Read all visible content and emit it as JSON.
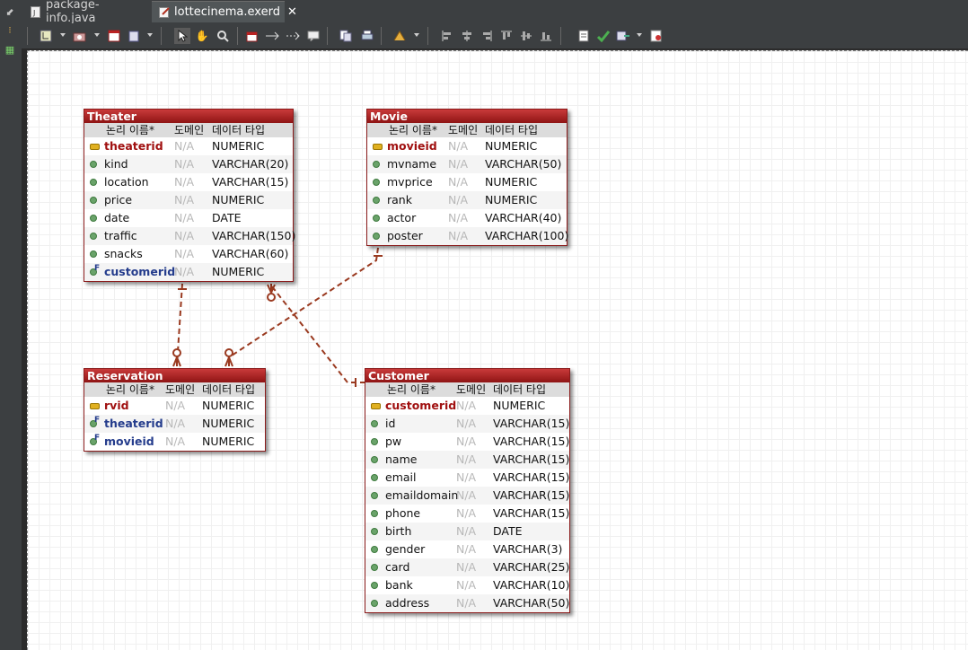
{
  "tabs": [
    {
      "label": "package-info.java",
      "icon": "java-file-icon"
    },
    {
      "label": "lottecinema.exerd",
      "icon": "erd-file-icon",
      "active": true
    }
  ],
  "colors": {
    "entity_header": "#8e1414",
    "relationship_line": "#9a3a20",
    "pk_name": "#a01010",
    "fk_name": "#243c8c"
  },
  "column_header": {
    "logical": "논리 이름*",
    "domain": "도메인",
    "datatype": "데이터 타입"
  },
  "entities": [
    {
      "name": "Theater",
      "columns": [
        {
          "name": "theaterid",
          "kind": "pk",
          "domain": "N/A",
          "type": "NUMERIC"
        },
        {
          "name": "kind",
          "kind": "col",
          "domain": "N/A",
          "type": "VARCHAR(20)"
        },
        {
          "name": "location",
          "kind": "col",
          "domain": "N/A",
          "type": "VARCHAR(15)"
        },
        {
          "name": "price",
          "kind": "col",
          "domain": "N/A",
          "type": "NUMERIC"
        },
        {
          "name": "date",
          "kind": "col",
          "domain": "N/A",
          "type": "DATE"
        },
        {
          "name": "traffic",
          "kind": "col",
          "domain": "N/A",
          "type": "VARCHAR(150)"
        },
        {
          "name": "snacks",
          "kind": "col",
          "domain": "N/A",
          "type": "VARCHAR(60)"
        },
        {
          "name": "customerid",
          "kind": "fk",
          "domain": "N/A",
          "type": "NUMERIC"
        }
      ]
    },
    {
      "name": "Movie",
      "columns": [
        {
          "name": "movieid",
          "kind": "pk",
          "domain": "N/A",
          "type": "NUMERIC"
        },
        {
          "name": "mvname",
          "kind": "col",
          "domain": "N/A",
          "type": "VARCHAR(50)"
        },
        {
          "name": "mvprice",
          "kind": "col",
          "domain": "N/A",
          "type": "NUMERIC"
        },
        {
          "name": "rank",
          "kind": "col",
          "domain": "N/A",
          "type": "NUMERIC"
        },
        {
          "name": "actor",
          "kind": "col",
          "domain": "N/A",
          "type": "VARCHAR(40)"
        },
        {
          "name": "poster",
          "kind": "col",
          "domain": "N/A",
          "type": "VARCHAR(100)"
        }
      ]
    },
    {
      "name": "Reservation",
      "columns": [
        {
          "name": "rvid",
          "kind": "pk",
          "domain": "N/A",
          "type": "NUMERIC"
        },
        {
          "name": "theaterid",
          "kind": "fk",
          "domain": "N/A",
          "type": "NUMERIC"
        },
        {
          "name": "movieid",
          "kind": "fk",
          "domain": "N/A",
          "type": "NUMERIC"
        }
      ]
    },
    {
      "name": "Customer",
      "columns": [
        {
          "name": "customerid",
          "kind": "pk",
          "domain": "N/A",
          "type": "NUMERIC"
        },
        {
          "name": "id",
          "kind": "col",
          "domain": "N/A",
          "type": "VARCHAR(15)"
        },
        {
          "name": "pw",
          "kind": "col",
          "domain": "N/A",
          "type": "VARCHAR(15)"
        },
        {
          "name": "name",
          "kind": "col",
          "domain": "N/A",
          "type": "VARCHAR(15)"
        },
        {
          "name": "email",
          "kind": "col",
          "domain": "N/A",
          "type": "VARCHAR(15)"
        },
        {
          "name": "emaildomain",
          "kind": "col",
          "domain": "N/A",
          "type": "VARCHAR(15)"
        },
        {
          "name": "phone",
          "kind": "col",
          "domain": "N/A",
          "type": "VARCHAR(15)"
        },
        {
          "name": "birth",
          "kind": "col",
          "domain": "N/A",
          "type": "DATE"
        },
        {
          "name": "gender",
          "kind": "col",
          "domain": "N/A",
          "type": "VARCHAR(3)"
        },
        {
          "name": "card",
          "kind": "col",
          "domain": "N/A",
          "type": "VARCHAR(25)"
        },
        {
          "name": "bank",
          "kind": "col",
          "domain": "N/A",
          "type": "VARCHAR(10)"
        },
        {
          "name": "address",
          "kind": "col",
          "domain": "N/A",
          "type": "VARCHAR(50)"
        }
      ]
    }
  ],
  "relationships": [
    {
      "from": "Theater",
      "to": "Reservation",
      "parent_end": "one",
      "child_end": "zero-or-many"
    },
    {
      "from": "Movie",
      "to": "Reservation",
      "parent_end": "one",
      "child_end": "zero-or-many"
    },
    {
      "from": "Customer",
      "to": "Theater",
      "parent_end": "one",
      "child_end": "zero-or-many"
    }
  ]
}
